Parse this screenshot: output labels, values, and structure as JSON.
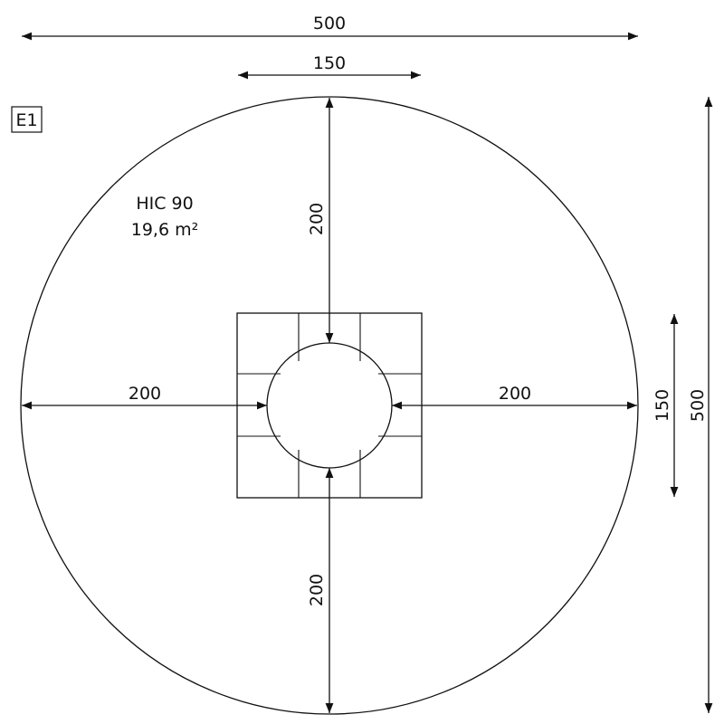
{
  "label": "E1",
  "area_note": {
    "line1": "HIC 90",
    "line2": "19,6 m²"
  },
  "dimensions": {
    "overall_width": "500",
    "platform_width": "150",
    "top_clearance": "200",
    "bottom_clearance": "200",
    "left_clearance": "200",
    "right_clearance": "200",
    "platform_height": "150",
    "overall_height": "500"
  }
}
